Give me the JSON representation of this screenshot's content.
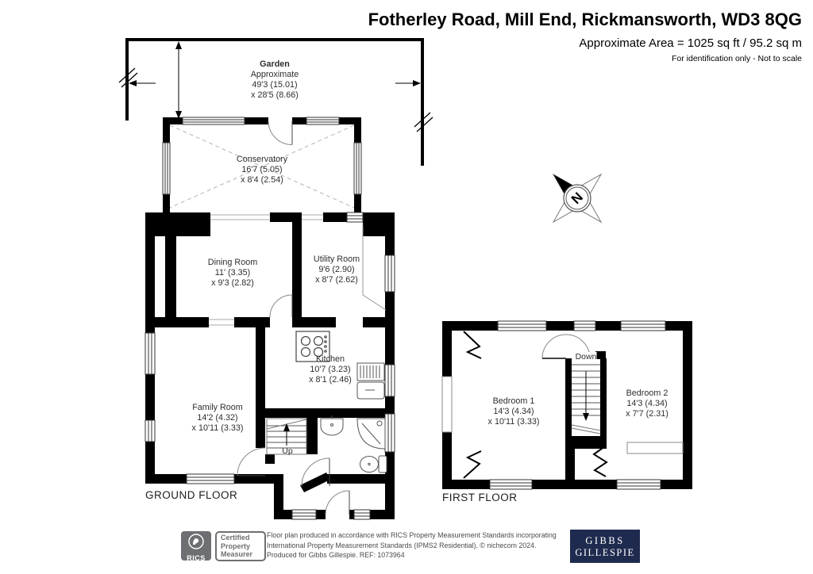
{
  "header": {
    "title": "Fotherley Road, Mill End, Rickmansworth, WD3 8QG",
    "area_line": "Approximate Area = 1025 sq ft / 95.2 sq m",
    "note_line": "For identification only - Not to scale"
  },
  "garden": {
    "name": "Garden",
    "approx": "Approximate",
    "dim1": "49'3 (15.01)",
    "dim2": "x 28'5 (8.66)"
  },
  "rooms": {
    "conservatory": {
      "name": "Conservatory",
      "dim1": "16'7 (5.05)",
      "dim2": "x 8'4 (2.54)"
    },
    "dining": {
      "name": "Dining Room",
      "dim1": "11' (3.35)",
      "dim2": "x 9'3 (2.82)"
    },
    "utility": {
      "name": "Utility Room",
      "dim1": "9'6 (2.90)",
      "dim2": "x 8'7 (2.62)"
    },
    "kitchen": {
      "name": "Kitchen",
      "dim1": "10'7 (3.23)",
      "dim2": "x 8'1 (2.46)"
    },
    "family": {
      "name": "Family Room",
      "dim1": "14'2 (4.32)",
      "dim2": "x 10'11 (3.33)"
    },
    "bedroom1": {
      "name": "Bedroom 1",
      "dim1": "14'3 (4.34)",
      "dim2": "x 10'11 (3.33)"
    },
    "bedroom2": {
      "name": "Bedroom 2",
      "dim1": "14'3 (4.34)",
      "dim2": "x 7'7 (2.31)"
    }
  },
  "labels": {
    "ground_floor": "GROUND FLOOR",
    "first_floor": "FIRST FLOOR",
    "up": "Up",
    "down": "Down",
    "north": "N"
  },
  "footer": {
    "rics_word": "RICS",
    "cert_line1": "Certified",
    "cert_line2": "Property",
    "cert_line3": "Measurer",
    "text_line1": "Floor plan produced in accordance with RICS Property Measurement Standards incorporating",
    "text_line2": "International Property Measurement Standards (IPMS2 Residential).   © nichecom 2024.",
    "text_line3": "Produced for Gibbs Gillespie.   REF:  1073964",
    "brand_line1": "GIBBS",
    "brand_line2": "GILLESPIE"
  },
  "colors": {
    "wall": "#000000",
    "brand_navy": "#1f2b4e",
    "rics_gray": "#6e6f72"
  }
}
